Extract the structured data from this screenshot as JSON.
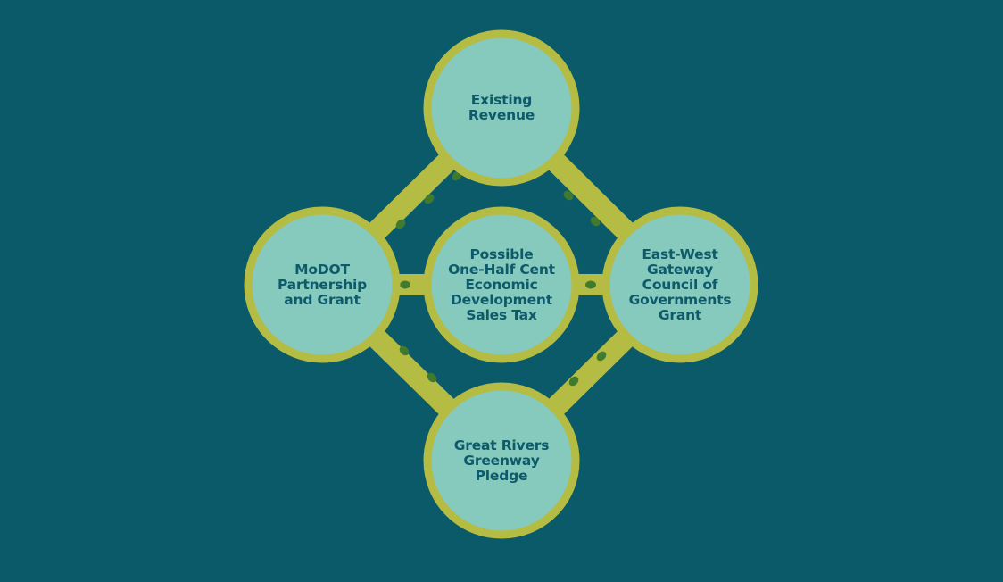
{
  "colors": {
    "background": "#0b5a69",
    "ring": "#b5bc44",
    "fill": "#86c9bd",
    "dots": "#3f7a2e",
    "text": "#0d5a6b"
  },
  "nodes": {
    "top": {
      "label": "Existing\nRevenue"
    },
    "left": {
      "label": "MoDOT\nPartnership\nand Grant"
    },
    "center": {
      "label": "Possible\nOne-Half Cent\nEconomic\nDevelopment\nSales Tax"
    },
    "right": {
      "label": "East-West\nGateway\nCouncil of\nGovernments\nGrant"
    },
    "bottom": {
      "label": "Great Rivers\nGreenway\nPledge"
    }
  }
}
